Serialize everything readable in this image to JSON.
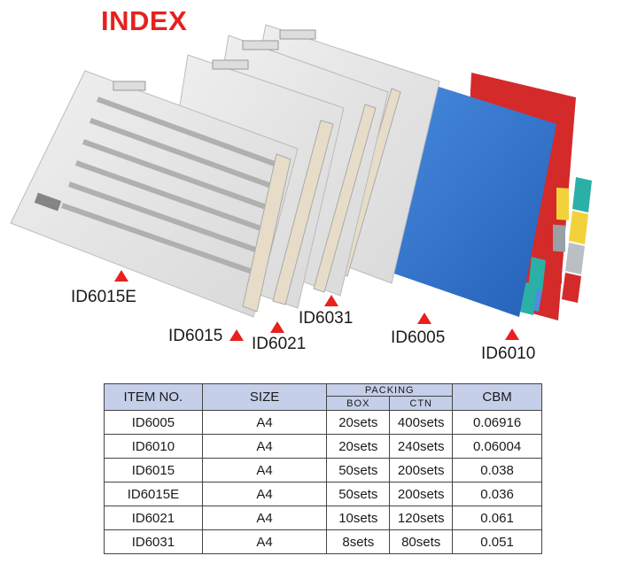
{
  "title": "INDEX",
  "product_labels": {
    "id6015e": "ID6015E",
    "id6015": "ID6015",
    "id6021": "ID6021",
    "id6031": "ID6031",
    "id6005": "ID6005",
    "id6010": "ID6010"
  },
  "table": {
    "headers": {
      "item_no": "ITEM NO.",
      "size": "SIZE",
      "packing": "PACKING",
      "box": "BOX",
      "ctn": "CTN",
      "cbm": "CBM"
    },
    "rows": [
      {
        "item": "ID6005",
        "size": "A4",
        "box": "20sets",
        "ctn": "400sets",
        "cbm": "0.06916"
      },
      {
        "item": "ID6010",
        "size": "A4",
        "box": "20sets",
        "ctn": "240sets",
        "cbm": "0.06004"
      },
      {
        "item": "ID6015",
        "size": "A4",
        "box": "50sets",
        "ctn": "200sets",
        "cbm": "0.038"
      },
      {
        "item": "ID6015E",
        "size": "A4",
        "box": "50sets",
        "ctn": "200sets",
        "cbm": "0.036"
      },
      {
        "item": "ID6021",
        "size": "A4",
        "box": "10sets",
        "ctn": "120sets",
        "cbm": "0.061"
      },
      {
        "item": "ID6031",
        "size": "A4",
        "box": "8sets",
        "ctn": "80sets",
        "cbm": "0.051"
      }
    ]
  },
  "colors": {
    "accent_red": "#e8201e",
    "header_blue": "#c5cfea",
    "divider_blue": "#2f6fc8",
    "divider_red": "#d42a2a"
  }
}
